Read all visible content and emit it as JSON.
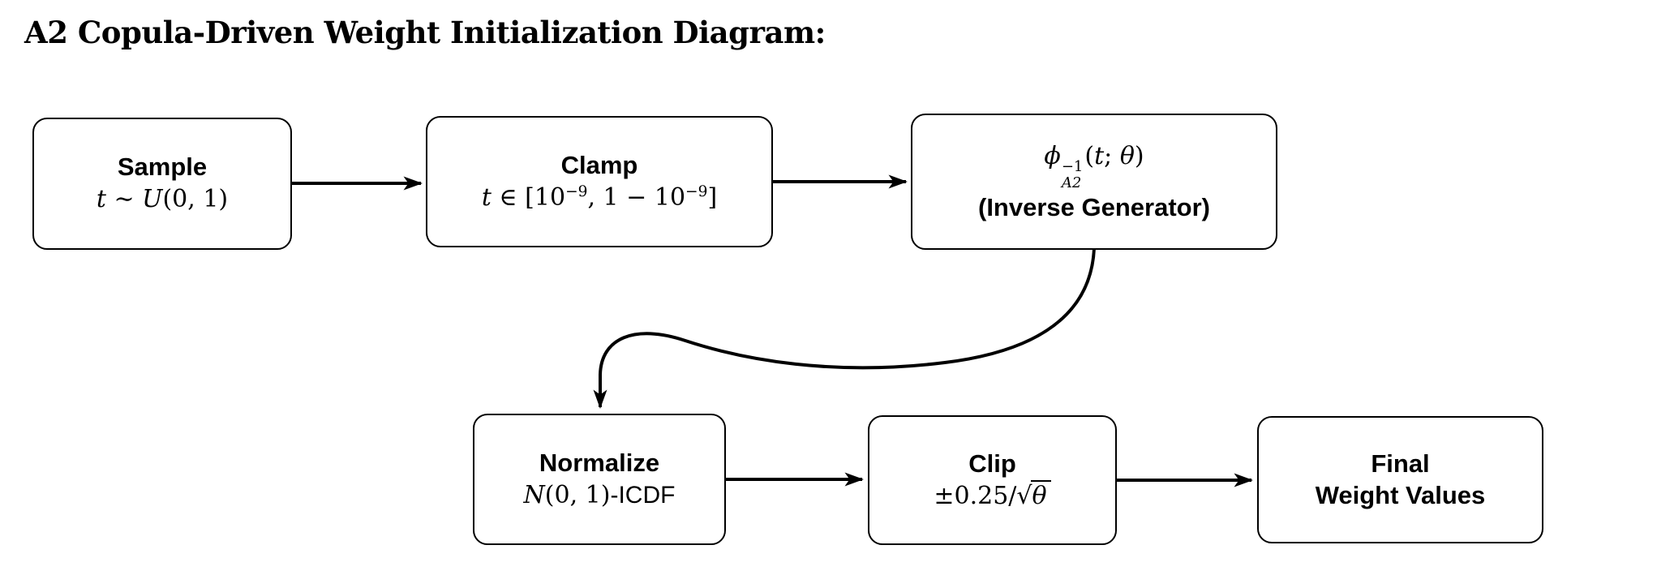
{
  "title": "A2 Copula-Driven Weight Initialization Diagram:",
  "colors": {
    "ink": "#000000",
    "paper": "#ffffff"
  },
  "boxes": {
    "sample": {
      "title": "Sample",
      "math": {
        "var": "t",
        "rel": " ∼ ",
        "func": "U",
        "args": "(0, 1)"
      }
    },
    "clamp": {
      "title": "Clamp",
      "math": {
        "var": "t",
        "rel": " ∈ [",
        "base1": "10",
        "exp1": "−9",
        "mid": ", 1 − 10",
        "exp2": "−9",
        "close": "]"
      }
    },
    "inverse": {
      "math": {
        "phi": "ϕ",
        "sup": "−1",
        "sub": "A2",
        "open": "(",
        "var": "t",
        "sep": "; ",
        "theta": "θ",
        "close": ")"
      },
      "caption": "(Inverse Generator)"
    },
    "normalize": {
      "title": "Normalize",
      "math": {
        "dist": "N",
        "args": "(0, 1)",
        "suffix": "-ICDF"
      }
    },
    "clip": {
      "title": "Clip",
      "math": {
        "pre": "±0.25/",
        "radical": "√",
        "theta": "θ"
      }
    },
    "final": {
      "line1": "Final",
      "line2": "Weight Values"
    }
  }
}
